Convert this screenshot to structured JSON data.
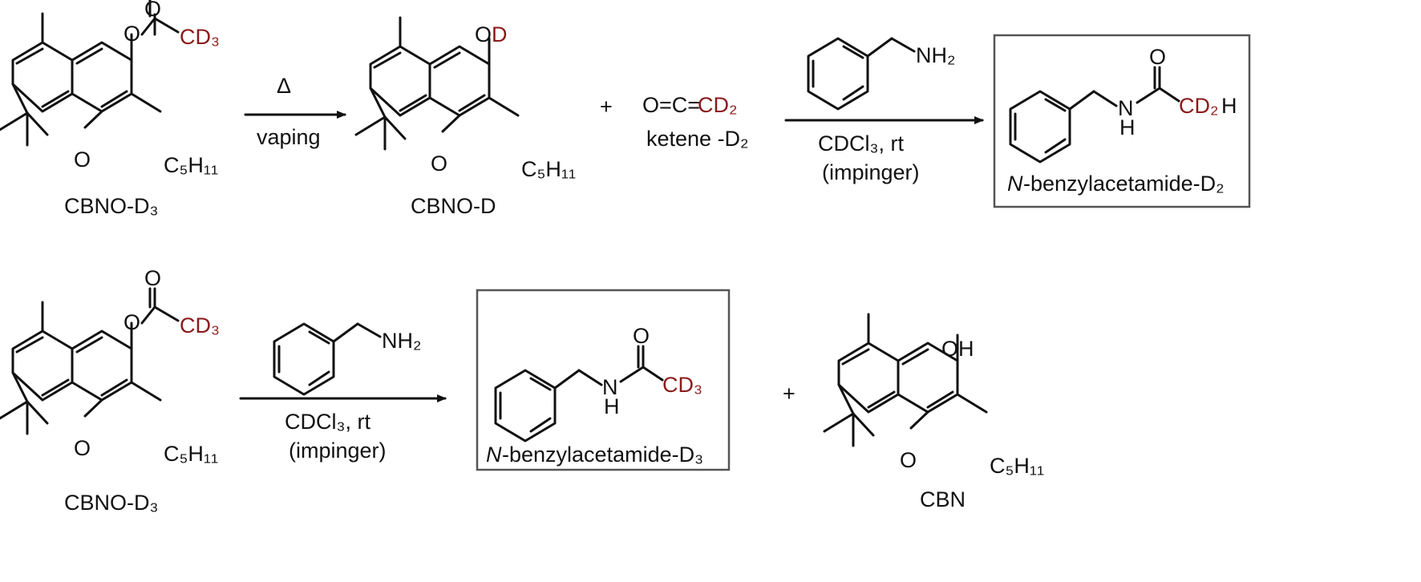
{
  "colors": {
    "ink": "#111111",
    "deuterium": "#8b1a1a",
    "box": "#555555"
  },
  "reaction1": {
    "reactant_name": "CBNO-D₃",
    "heat_label": "Δ",
    "vaping_label": "vaping",
    "product_name": "CBNO-D",
    "plus": "+",
    "ketene_formula_left": "O=C=",
    "ketene_formula_right": "CD₂",
    "ketene_name": "ketene -D₂",
    "reagent_amine": "NH₂",
    "conditions_1": "CDCl₃, rt",
    "conditions_2": "(impinger)",
    "boxed_product_name_italic": "N",
    "boxed_product_name": "-benzylacetamide-D₂",
    "amide_group": "CD₂",
    "amide_h": "H"
  },
  "reaction2": {
    "reactant_name": "CBNO-D₃",
    "reagent_amine": "NH₂",
    "conditions_1": "CDCl₃, rt",
    "conditions_2": "(impinger)",
    "boxed_product_name_italic": "N",
    "boxed_product_name": "-benzylacetamide-D₃",
    "amide_group": "CD₃",
    "plus": "+",
    "byproduct_name": "CBN"
  },
  "atoms": {
    "oxygen": "O",
    "nitrogen_hydrogen": "H",
    "nitrogen": "N",
    "acetyl_group": "CD₃",
    "hydroxyl": "OH",
    "deuteroxyl_o": "O",
    "deuteroxyl_d": "D",
    "pentyl": "C₅H₁₁"
  }
}
